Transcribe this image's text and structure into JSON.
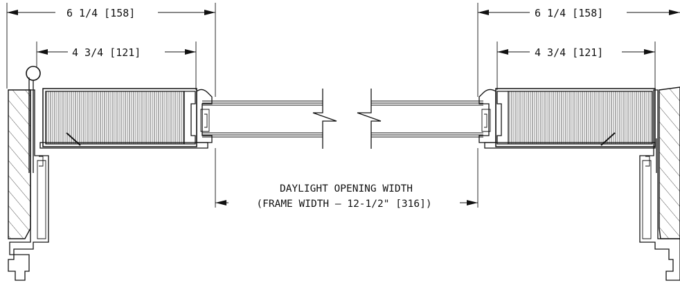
{
  "dimensions": {
    "left_overall": "6 1/4 [158]",
    "left_inner": "4 3/4 [121]",
    "right_overall": "6 1/4 [158]",
    "right_inner": "4 3/4 [121]"
  },
  "daylight_opening": {
    "line1": "DAYLIGHT OPENING WIDTH",
    "line2": "(FRAME WIDTH – 12-1/2\" [316])"
  },
  "colors": {
    "ink": "#111111",
    "background": "#ffffff"
  }
}
